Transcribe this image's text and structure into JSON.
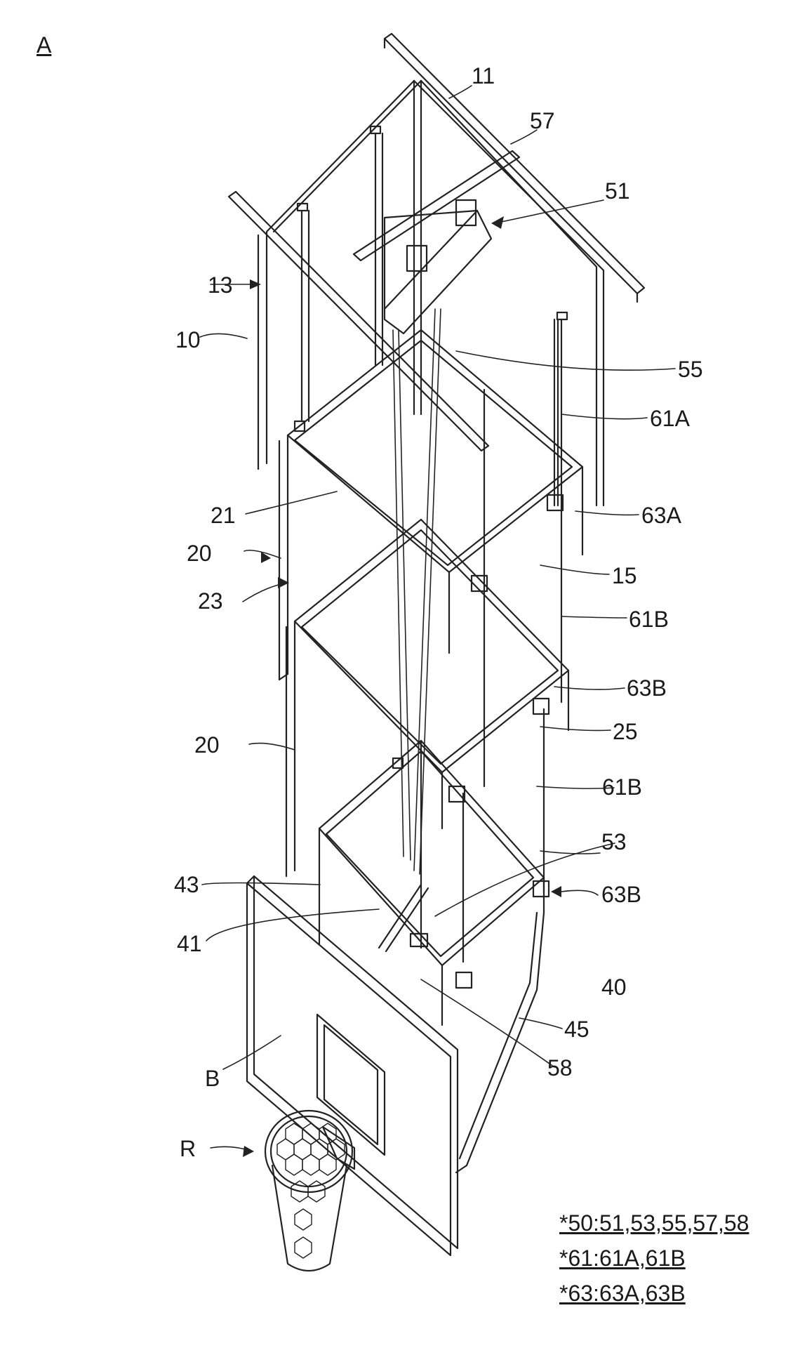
{
  "figure_id": "A",
  "reference_labels": {
    "l11": "11",
    "l57": "57",
    "l51": "51",
    "l13": "13",
    "l10": "10",
    "l55": "55",
    "l61A": "61A",
    "l21": "21",
    "l63A": "63A",
    "l20a": "20",
    "l15": "15",
    "l23": "23",
    "l61B_1": "61B",
    "l63B_1": "63B",
    "l25": "25",
    "l20b": "20",
    "l61B_2": "61B",
    "l53": "53",
    "l43": "43",
    "l63B_2": "63B",
    "l41": "41",
    "l40": "40",
    "l45": "45",
    "l58": "58",
    "lB": "B",
    "lR": "R"
  },
  "legend": [
    "*50:51,53,55,57,58",
    "*61:61A,61B",
    "*63:63A,63B"
  ]
}
